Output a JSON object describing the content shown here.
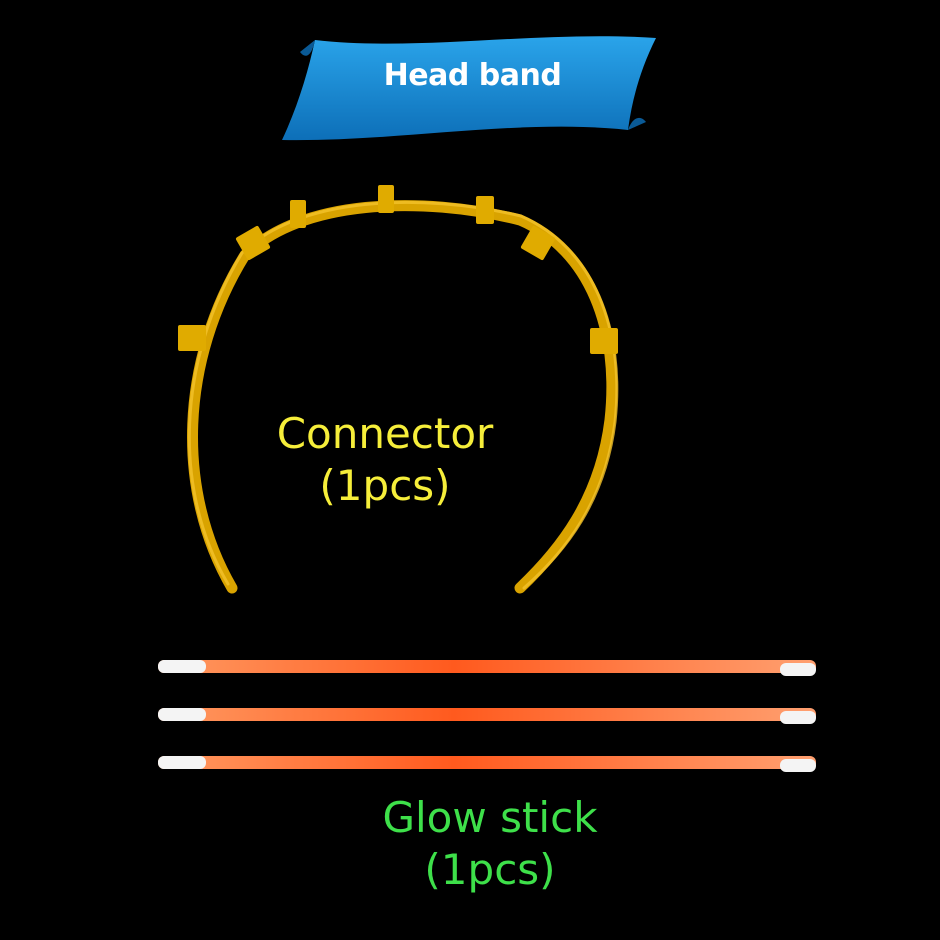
{
  "banner": {
    "label": "Head band",
    "color": "#1a8fd6"
  },
  "connector": {
    "name": "Connector",
    "qty": "(1pcs)",
    "text_color": "#f6ee3a",
    "band_color": "#e3a800"
  },
  "glow_stick": {
    "name": "Glow stick",
    "qty": "(1pcs)",
    "text_color": "#3ee04a",
    "stick_color": "#ff7a3c",
    "count": 3
  },
  "background": "#000000"
}
